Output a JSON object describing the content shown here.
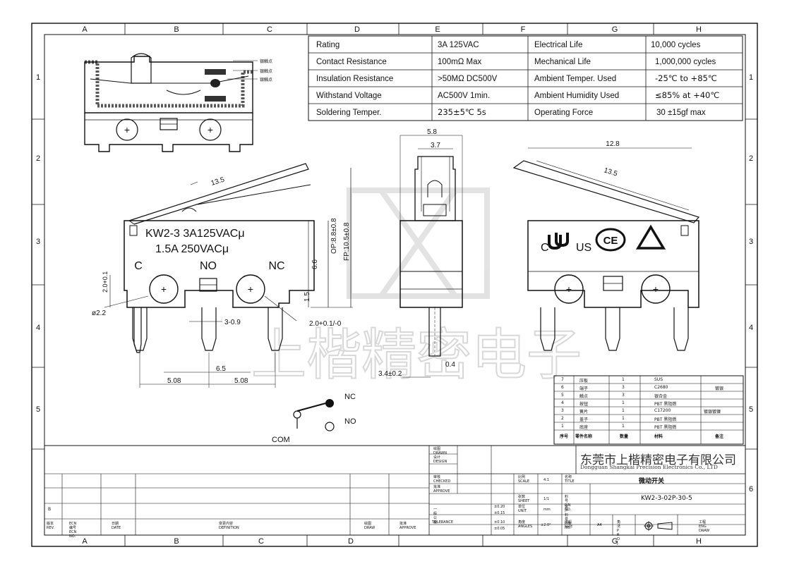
{
  "sheet": {
    "col_letters": [
      "A",
      "B",
      "C",
      "D",
      "E",
      "F",
      "G",
      "H"
    ],
    "row_numbers": [
      "1",
      "2",
      "3",
      "4",
      "5",
      "6"
    ]
  },
  "specs": [
    {
      "label": "Rating",
      "value": "3A 125VAC",
      "label2": "Electrical Life",
      "value2": "10,000 cycles"
    },
    {
      "label": "Contact Resistance",
      "value": "100mΩ Max",
      "label2": "Mechanical Life",
      "value2": "1,000,000 cycles"
    },
    {
      "label": "Insulation Resistance",
      "value": ">50MΩ DC500V",
      "label2": "Ambient Temper. Used",
      "value2": "-25℃ to +85℃"
    },
    {
      "label": "Withstand Voltage",
      "value": "AC500V 1min.",
      "label2": "Ambient Humidity Used",
      "value2": "≤85% at +40℃"
    },
    {
      "label": "Soldering Temper.",
      "value": "235±5℃ 5s",
      "label2": "Operating Force",
      "value2": "30 ±15gf max"
    }
  ],
  "section_labels": [
    "银触点",
    "银触点",
    "银触点"
  ],
  "front_view": {
    "line1": "KW2-3 3A125VACμ",
    "line2": "1.5A 250VACμ",
    "term_c": "C",
    "term_no": "NO",
    "term_nc": "NC",
    "dim_lever": "13.5",
    "dim_op": "OP:8.8±0.8",
    "dim_fp": "FP:10.5±0.8",
    "dim_height": "6.6",
    "dim_pin_h": "1.5",
    "dim_hole": "2.0+0.1/-0",
    "dim_hole_l": "2.0+0.1",
    "dim_dia": "ø2.2",
    "dim_pin_w": "3-0.9",
    "dim_65": "6.5",
    "dim_508a": "5.08",
    "dim_508b": "5.08"
  },
  "side_view": {
    "dim_58": "5.8",
    "dim_37": "3.7",
    "dim_34": "3.4±0.2",
    "dim_04": "0.4"
  },
  "back_view": {
    "dim_128": "12.8",
    "dim_135": "13.5",
    "mark_c": "C",
    "mark_us": "US",
    "mark_ce": "CE"
  },
  "watermark": "上楷精密电子",
  "schematic": {
    "nc": "NC",
    "no": "NO",
    "com": "COM"
  },
  "bom": [
    {
      "no": "7",
      "name": "压板",
      "qty": "1",
      "mat": "SUS",
      "note": ""
    },
    {
      "no": "6",
      "name": "端子",
      "qty": "3",
      "mat": "C2680",
      "note": "镀银"
    },
    {
      "no": "5",
      "name": "触点",
      "qty": "3",
      "mat": "银合金",
      "note": ""
    },
    {
      "no": "4",
      "name": "按钮",
      "qty": "1",
      "mat": "PBT 黑阻燃",
      "note": ""
    },
    {
      "no": "3",
      "name": "簧片",
      "qty": "1",
      "mat": "C17200",
      "note": "镀银镀镍"
    },
    {
      "no": "2",
      "name": "盖子",
      "qty": "1",
      "mat": "PBT 黑阻燃",
      "note": ""
    },
    {
      "no": "1",
      "name": "底座",
      "qty": "1",
      "mat": "PBT 黑阻燃",
      "note": ""
    }
  ],
  "bom_header": {
    "no": "序号",
    "name": "零件名称",
    "qty": "数量",
    "mat": "材料",
    "note": "备注"
  },
  "title_block": {
    "company_cn": "东莞市上楷精密电子有限公司",
    "company_en": "Dongguan Shangkai Precision Electronics Co., LTD",
    "drawn_cn": "绘图",
    "drawn": "DRAWN",
    "design_cn": "设计",
    "design": "DESIGN",
    "checked_cn": "审核",
    "checked": "CHECKED",
    "approve_cn": "批准",
    "approve": "APPROVE",
    "general_cn": "一般公差",
    "tolerance": "TOLERANCE",
    "tol1": "±0.20",
    "tol2": "±0.15",
    "tol3": "±0.10",
    "tol4": "±0.05",
    "scale_cn": "比例",
    "scale": "SCALE",
    "scale_v": "4:1",
    "sheet_cn": "张数",
    "sheet": "SHEET",
    "sheet_v": "1/1",
    "unit_cn": "单位",
    "unit": "UNIT",
    "unit_v": "mm",
    "angles_cn": "角度",
    "angles": "ANGLES",
    "angles_v": "±2.0°",
    "title_cn": "名称",
    "title": "TITLE",
    "title_v": "微动开关",
    "pn_cn": "料号",
    "pn": "P/N NO.",
    "pn_v": "KW2-3-02P-30-5",
    "cpn_cn": "客户料号",
    "cpn": "P/N NO.",
    "size_cn": "图幅",
    "size": "SIZE",
    "size_v": "A4",
    "proj_cn": "角法",
    "proj": "P R O J.",
    "eng_cn": "工程",
    "eng": "ENG DRAW",
    "rev_cn": "版本",
    "rev": "REV.",
    "ecn_cn": "ECN 编号",
    "ecn": "ECN NO.",
    "date_cn": "日期",
    "date": "DATE",
    "def_cn": "变更内容",
    "def": "DEFINITION",
    "draw_cn": "绘图",
    "draw": "DRAW",
    "appr_cn": "批准",
    "appr": "APPROVE",
    "rev_b": "B"
  }
}
